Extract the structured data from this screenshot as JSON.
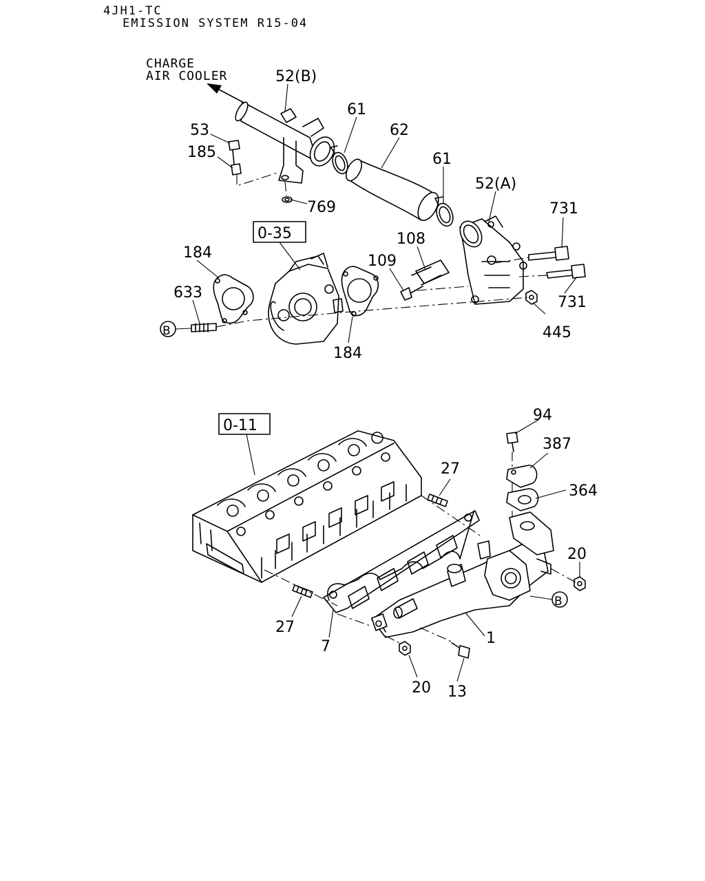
{
  "header": {
    "model": "4JH1-TC",
    "section": "EMISSION SYSTEM R15-04"
  },
  "annotation": {
    "charge_air_cooler_line1": "CHARGE",
    "charge_air_cooler_line2": "AIR COOLER"
  },
  "references": {
    "upper_ref": "0-35",
    "lower_ref": "0-11",
    "connection_mark": "B"
  },
  "callouts": {
    "p52b": "52(B)",
    "p53": "53",
    "p185": "185",
    "p769": "769",
    "p61a": "61",
    "p62": "62",
    "p61b": "61",
    "p52a": "52(A)",
    "p731a": "731",
    "p731b": "731",
    "p108": "108",
    "p109": "109",
    "p445": "445",
    "p184a": "184",
    "p633": "633",
    "p184b": "184",
    "p94": "94",
    "p387": "387",
    "p364": "364",
    "p27a": "27",
    "p27b": "27",
    "p20a": "20",
    "p20b": "20",
    "p7": "7",
    "p1": "1",
    "p13": "13"
  }
}
